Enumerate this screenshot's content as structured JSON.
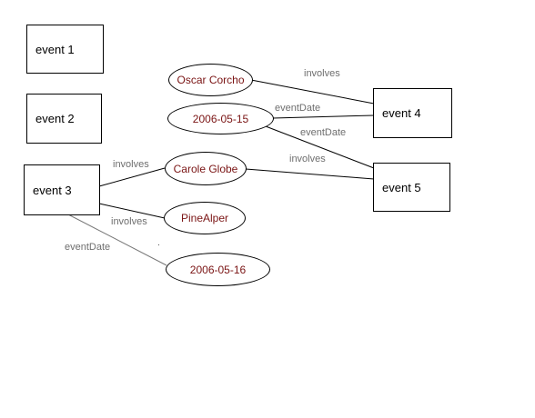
{
  "events": {
    "event1": "event 1",
    "event2": "event 2",
    "event3": "event 3",
    "event4": "event 4",
    "event5": "event 5"
  },
  "nodes": {
    "oscar": "Oscar Corcho",
    "date1": "2006-05-15",
    "carole": "Carole Globe",
    "pine": "PineAlper",
    "date2": "2006-05-16"
  },
  "edges": {
    "involves": "involves",
    "eventDate": "eventDate"
  },
  "colors": {
    "node_text": "#7a1414",
    "edge_label": "#6e6e6e",
    "stroke": "#000000"
  }
}
